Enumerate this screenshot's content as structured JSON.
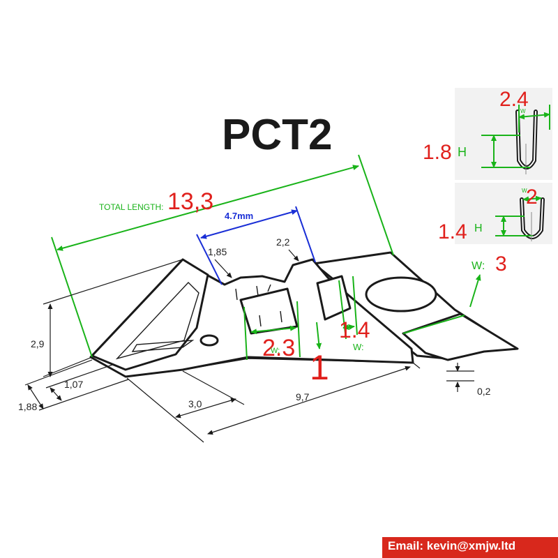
{
  "title": "PCT2",
  "total_length": {
    "label": "TOTAL LENGTH:",
    "value": "13,3"
  },
  "blue_dim": "4.7mm",
  "black_dims": {
    "d185": "1,85",
    "d22": "2,2",
    "d29": "2,9",
    "d107": "1,07",
    "d188": "1,88",
    "d30": "3,0",
    "d97": "9,7",
    "d02": "0,2"
  },
  "red_dims": {
    "d23": "2.3",
    "d14": "1.4",
    "d1": "1",
    "d3": "3"
  },
  "green_labels": {
    "w_small_1": "W:",
    "w_small_2": "W:",
    "w_3": "W:"
  },
  "inset_top": {
    "width": "2.4",
    "height": "1.8",
    "h_label": "H",
    "w_label": "W"
  },
  "inset_bottom": {
    "width": "2",
    "height": "1.4",
    "h_label": "H",
    "w_label": "W"
  },
  "email": "Email: kevin@xmjw.ltd",
  "colors": {
    "red": "#e0201c",
    "green": "#19b319",
    "blue": "#1a2fd6",
    "banner": "#d8281c"
  }
}
